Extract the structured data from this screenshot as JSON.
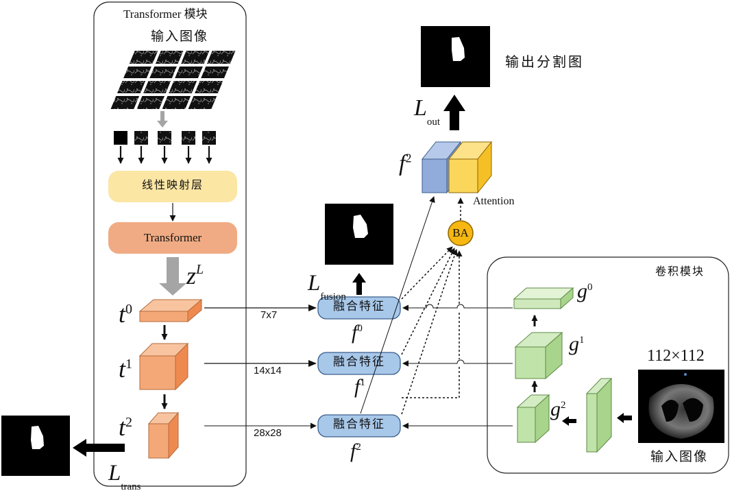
{
  "transformer_module": {
    "title": "Transformer 模块",
    "input_image_label": "输入图像",
    "linear_projection_label": "线性映射层",
    "transformer_block_label": "Transformer",
    "z_label": {
      "base": "z",
      "sup": "L"
    },
    "tokens": [
      {
        "base": "t",
        "sup": "0"
      },
      {
        "base": "t",
        "sup": "1"
      },
      {
        "base": "t",
        "sup": "2"
      }
    ],
    "loss_label": {
      "base": "L",
      "sub": "trans"
    }
  },
  "conv_module": {
    "title": "卷积模块",
    "input_image_label": "输入图像",
    "input_size_label": "112×112",
    "features": [
      {
        "base": "g",
        "sup": "0"
      },
      {
        "base": "g",
        "sup": "1"
      },
      {
        "base": "g",
        "sup": "2"
      }
    ]
  },
  "fusion": {
    "block_label": "融合特征",
    "scales": [
      "7x7",
      "14x14",
      "28x28"
    ],
    "features": [
      {
        "base": "f",
        "sup": "0"
      },
      {
        "base": "f",
        "sup": "1"
      },
      {
        "base": "f",
        "sup": "2"
      }
    ],
    "loss_label": {
      "base": "L",
      "sub": "fusion"
    }
  },
  "output": {
    "feature_label": {
      "base": "f",
      "sup": "2"
    },
    "attention_label": "Attention",
    "ba_label": "BA",
    "loss_label": {
      "base": "L",
      "sub": "out"
    },
    "segmentation_label": "输出分割图"
  },
  "colors": {
    "orange_light": "#f8c4a0",
    "orange_dark": "#ee8a50",
    "blue_fill": "#a8c8ea",
    "blue_stroke": "#3a5e8c",
    "green_fill": "#d4ecc4",
    "green_dark": "#a8d48c",
    "yellow": "#fad65a",
    "ba_fill": "#f7b712",
    "linear_fill": "#fbe6a4",
    "transformer_fill": "#f0ab84"
  }
}
